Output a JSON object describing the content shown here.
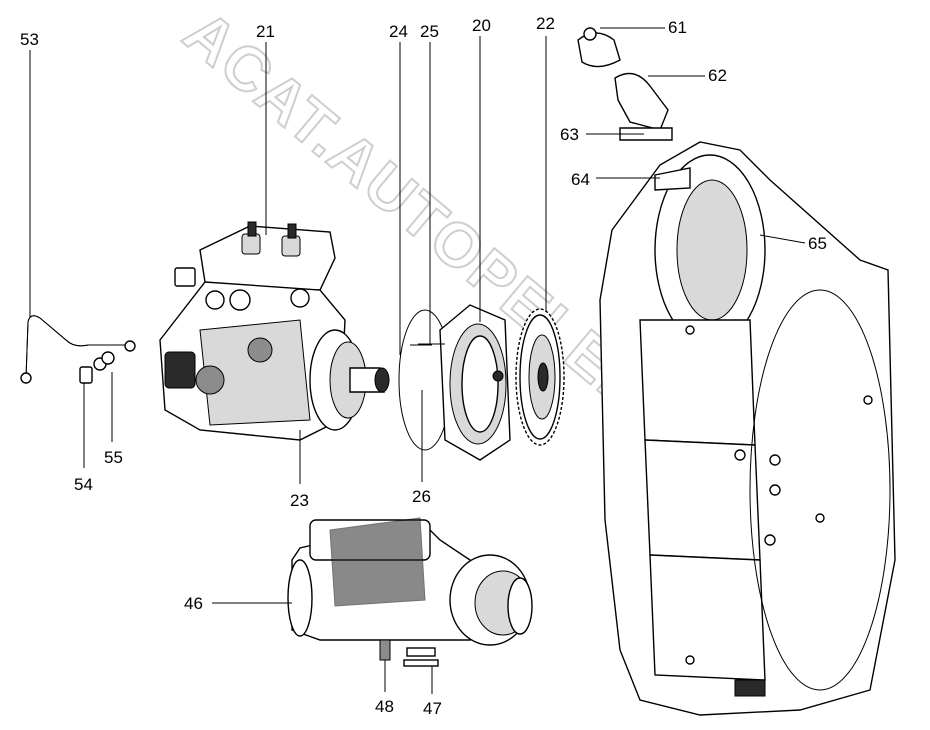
{
  "watermark": "ACAT.AUTOPELER.RU",
  "callouts": [
    {
      "id": "53",
      "label": "53"
    },
    {
      "id": "21",
      "label": "21"
    },
    {
      "id": "24",
      "label": "24"
    },
    {
      "id": "25",
      "label": "25"
    },
    {
      "id": "20",
      "label": "20"
    },
    {
      "id": "22",
      "label": "22"
    },
    {
      "id": "61",
      "label": "61"
    },
    {
      "id": "62",
      "label": "62"
    },
    {
      "id": "63",
      "label": "63"
    },
    {
      "id": "64",
      "label": "64"
    },
    {
      "id": "65",
      "label": "65"
    },
    {
      "id": "54",
      "label": "54"
    },
    {
      "id": "55",
      "label": "55"
    },
    {
      "id": "23",
      "label": "23"
    },
    {
      "id": "26",
      "label": "26"
    },
    {
      "id": "46",
      "label": "46"
    },
    {
      "id": "48",
      "label": "48"
    },
    {
      "id": "47",
      "label": "47"
    }
  ]
}
